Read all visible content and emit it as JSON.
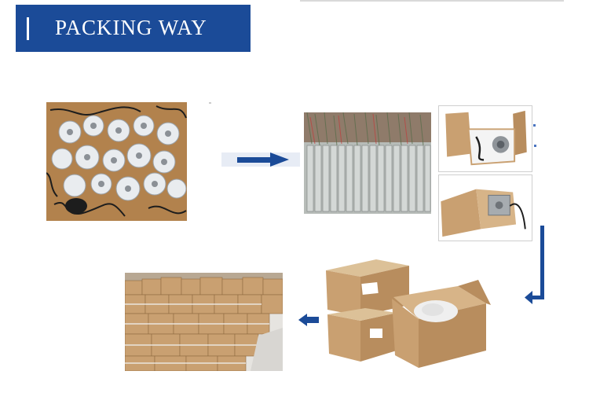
{
  "header": {
    "title": "PACKING WAY",
    "banner_color": "#1b4b98"
  },
  "colors": {
    "arrow": "#1b4b98",
    "cardboard": "#c9a071",
    "background": "#ffffff"
  },
  "steps": [
    {
      "name": "load-cell-parts",
      "icon": "photo"
    },
    {
      "name": "wired-sensor-batch",
      "icon": "photo"
    },
    {
      "name": "sensor-in-open-box",
      "icon": "photo"
    },
    {
      "name": "sensor-boxed-with-foam",
      "icon": "photo"
    },
    {
      "name": "cardboard-cartons",
      "icon": "photo"
    },
    {
      "name": "warehouse-stacked-cartons",
      "icon": "photo"
    }
  ]
}
